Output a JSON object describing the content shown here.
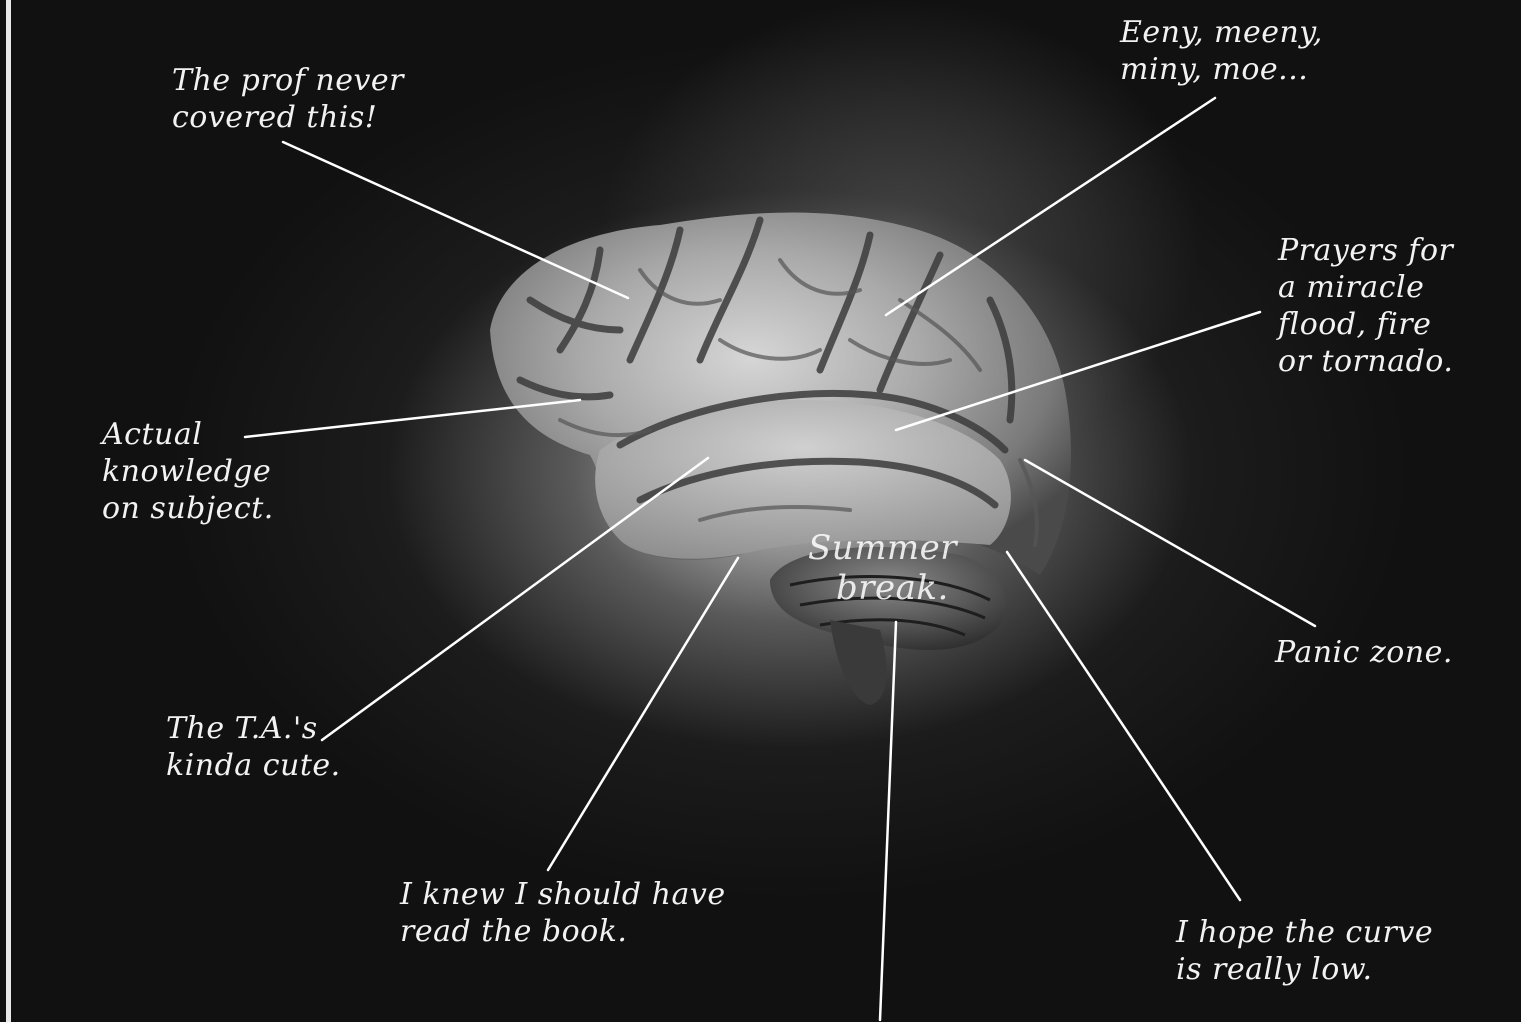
{
  "labels": {
    "prof": [
      "The prof never",
      "covered this!"
    ],
    "eeny": [
      "Eeny, meeny,",
      "miny, moe..."
    ],
    "prayers": [
      "Prayers for",
      "a miracle",
      "flood, fire",
      "or tornado."
    ],
    "actual": [
      "Actual",
      "knowledge",
      "on subject."
    ],
    "panic": [
      "Panic zone."
    ],
    "summer": [
      "Summer",
      "break."
    ],
    "ta": [
      "The T.A.'s",
      "kinda cute."
    ],
    "knew": [
      "I knew I should have",
      "read the book."
    ],
    "curve": [
      "I hope the curve",
      "is really low."
    ]
  },
  "colors": {
    "background": "#111111",
    "text": "#f2f2f2",
    "leader_line": "#ffffff",
    "border": "#e8e8e8"
  }
}
